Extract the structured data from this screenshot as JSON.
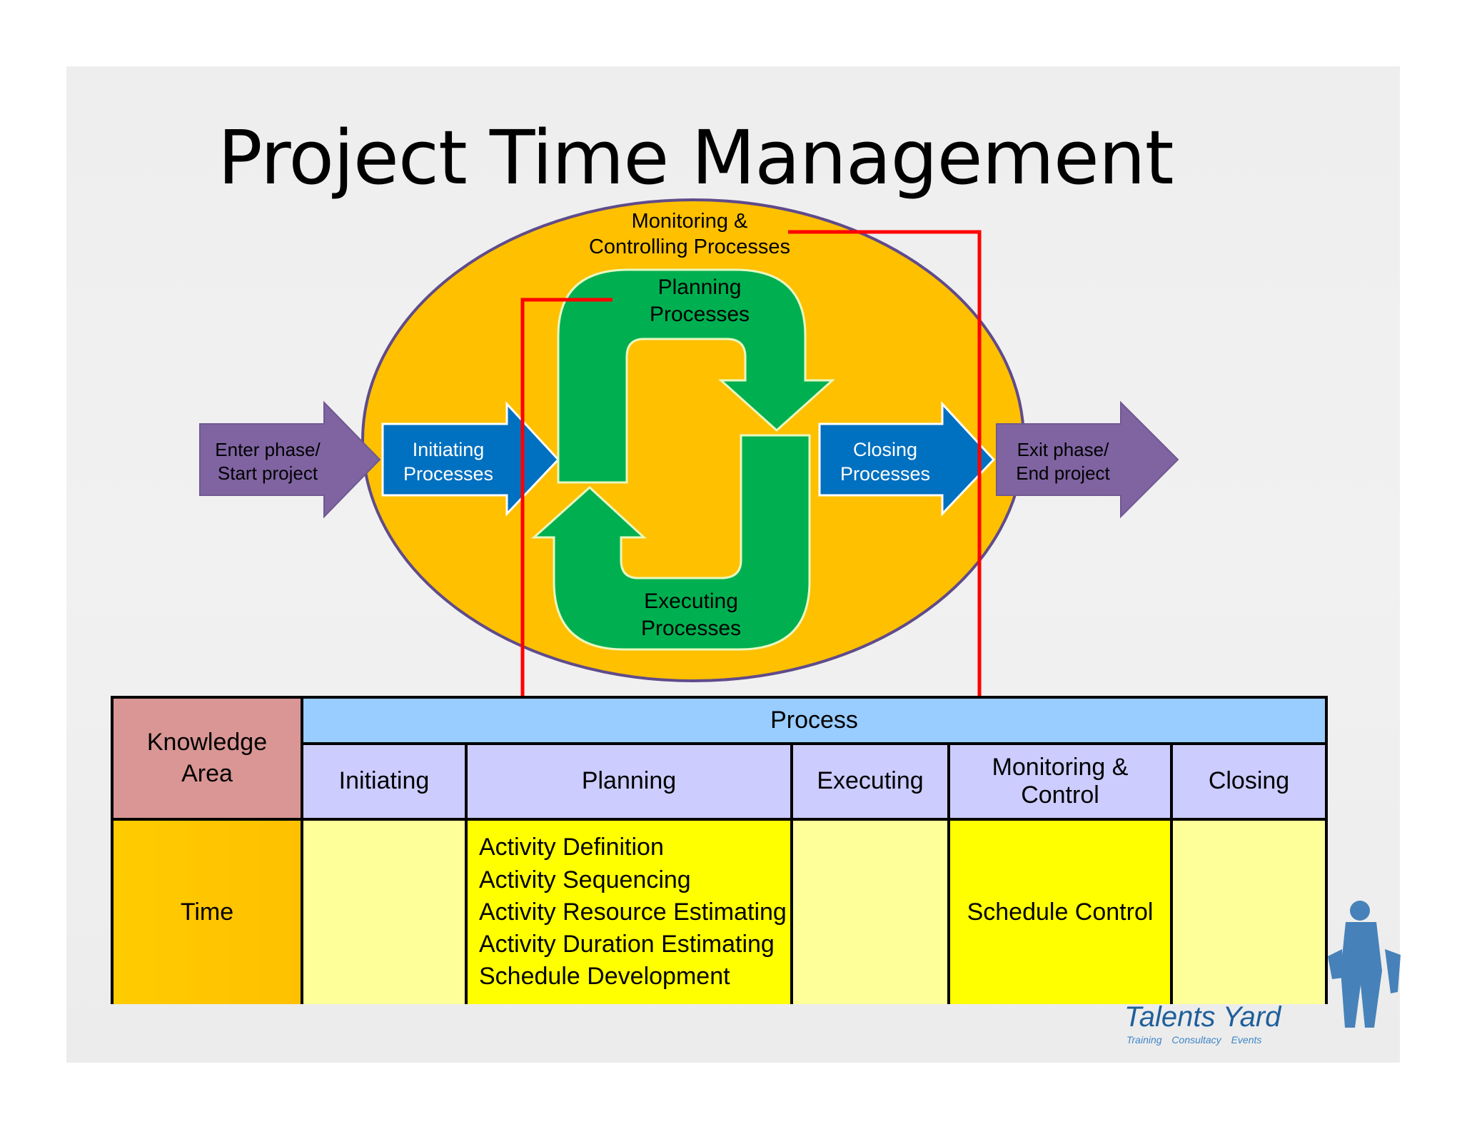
{
  "title": "Project Time Management",
  "diagram": {
    "monitoring": [
      "Monitoring &",
      "Controlling Processes"
    ],
    "planning": [
      "Planning",
      "Processes"
    ],
    "executing": [
      "Executing",
      "Processes"
    ],
    "enter": [
      "Enter phase/",
      "Start project"
    ],
    "initiating": [
      "Initiating",
      "Processes"
    ],
    "closing": [
      "Closing",
      "Processes"
    ],
    "exit": [
      "Exit phase/",
      "End project"
    ],
    "colors": {
      "ellipse": "#ffc000",
      "ellipse_border": "#5f4b8b",
      "cycle": "#00b050",
      "process_arrows": "#0070c0",
      "phase_arrows": "#8064a2",
      "connector": "#ff0000"
    }
  },
  "table": {
    "knowledge_area": [
      "Knowledge",
      "Area"
    ],
    "process": "Process",
    "phases": {
      "initiating": "Initiating",
      "planning": "Planning",
      "executing": "Executing",
      "monitoring": [
        "Monitoring &",
        "Control"
      ],
      "closing": "Closing"
    },
    "row": {
      "area": "Time",
      "planning_items": [
        "Activity Definition",
        "Activity Sequencing",
        "Activity Resource Estimating",
        "Activity Duration Estimating",
        "Schedule Development"
      ],
      "monitoring_items": "Schedule Control"
    }
  },
  "logo": {
    "name": "Talents Yard",
    "tagline": "Training Consultacy Events"
  }
}
